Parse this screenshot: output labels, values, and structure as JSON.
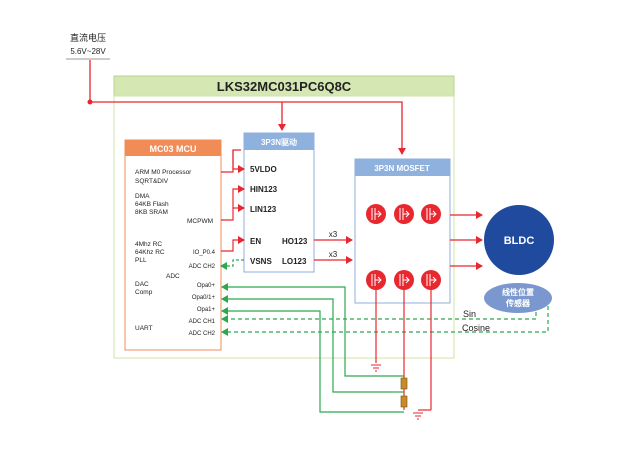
{
  "supply": {
    "label": "直流电压",
    "range": "5.6V~28V"
  },
  "chip_title": "LKS32MC031PC6Q8C",
  "mcu": {
    "header": "MC03 MCU",
    "processor": [
      "ARM M0 Processor",
      "SQRT&DIV"
    ],
    "memory": [
      "DMA",
      "64KB Flash",
      "8KB SRAM"
    ],
    "mcpwm": "MCPWM",
    "clocks": [
      "4Mhz RC",
      "64Khz RC",
      "PLL"
    ],
    "io": "IO_P0.4",
    "adc_ch2_top": "ADC CH2",
    "adc": "ADC",
    "dac_comp": [
      "DAC",
      "Comp"
    ],
    "opa0_plus": "Opa0+",
    "opa0_1_plus": "Opa0/1+",
    "opa1_plus": "Opa1+",
    "uart": "UART",
    "adc_ch1": "ADC CH1",
    "adc_ch2_bottom": "ADC CH2"
  },
  "driver": {
    "header": "3P3N驱动",
    "vldo": "5VLDO",
    "hin": "HIN123",
    "lin": "LIN123",
    "en": "EN",
    "ho": "HO123",
    "vsns": "VSNS",
    "lo": "LO123"
  },
  "mosfet": {
    "header": "3P3N MOSFET"
  },
  "x3_top": "x3",
  "x3_bottom": "x3",
  "motor": "BLDC",
  "sensor": {
    "line1": "线性位置",
    "line2": "传感器"
  },
  "sin": "Sin",
  "cosine": "Cosine",
  "colors": {
    "red": "#e8272f",
    "green": "#2ca94f",
    "blue_box": "#8fb1dd",
    "orange": "#f28c56",
    "chip_green": "#d5e8b4",
    "bldc": "#1f4a9e"
  }
}
